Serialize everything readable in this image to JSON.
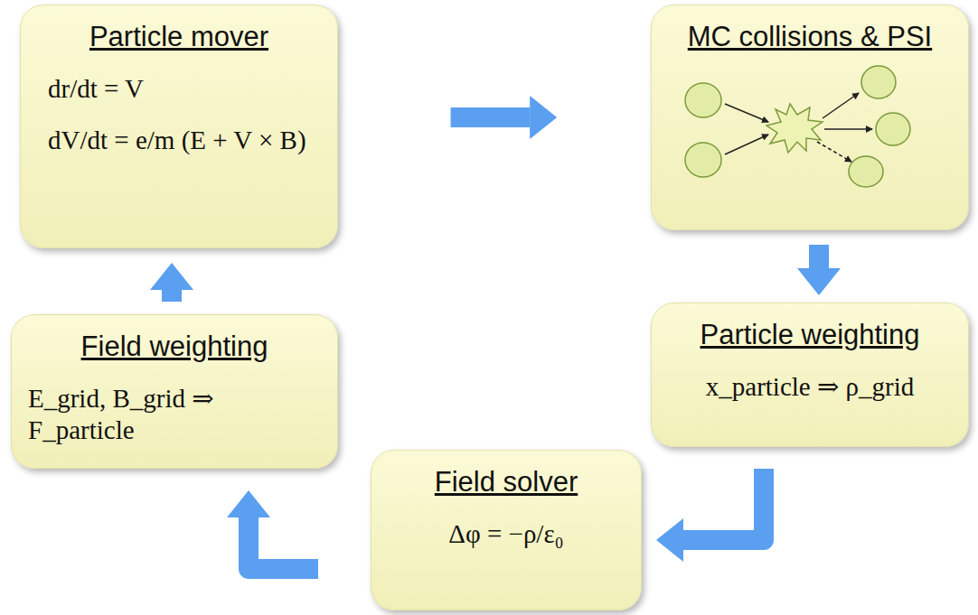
{
  "diagram": {
    "nodes": [
      {
        "text": [
          "Particle mover",
          "dr/dt = V",
          "dV/dt = e/m (E + V × B)"
        ]
      },
      {
        "text": [
          "MC collisions & PSI"
        ]
      },
      {
        "text": [
          "Particle weighting",
          "x_particle ⇒ ρ_grid"
        ]
      },
      {
        "text": [
          "Field solver",
          "Δφ = −ρ/ε₀"
        ]
      },
      {
        "text": [
          "Field weighting",
          "E_grid, B_grid ⇒ F_particle"
        ]
      }
    ],
    "edges": [
      {
        "from": 0,
        "to": 1,
        "arrow": "to"
      },
      {
        "from": 1,
        "to": 2,
        "arrow": "to"
      },
      {
        "from": 2,
        "to": 3,
        "arrow": "to"
      },
      {
        "from": 3,
        "to": 4,
        "arrow": "to"
      },
      {
        "from": 4,
        "to": 0,
        "arrow": "to"
      }
    ]
  }
}
